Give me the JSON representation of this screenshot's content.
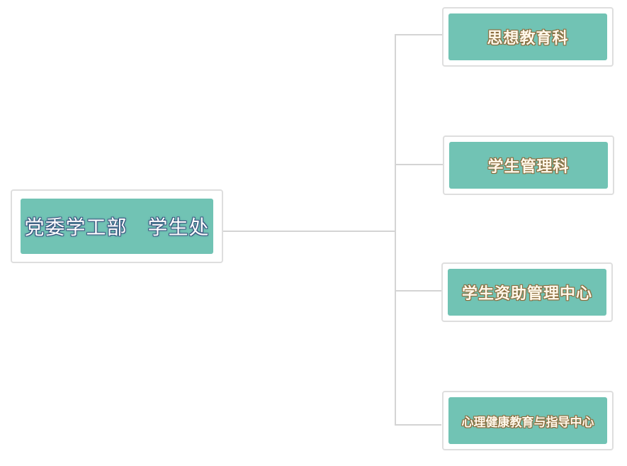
{
  "diagram": {
    "root": {
      "label": "党委学工部　学生处"
    },
    "children": [
      {
        "label": "思想教育科"
      },
      {
        "label": "学生管理科"
      },
      {
        "label": "学生资助管理中心"
      },
      {
        "label": "心理健康教育与指导中心"
      }
    ],
    "colors": {
      "node_fill": "#71c3b4",
      "node_border": "#dedede",
      "connector": "#d4d4d4",
      "root_text_outline": "#3a5580",
      "child_text_outline": "#8a6a3a"
    }
  }
}
